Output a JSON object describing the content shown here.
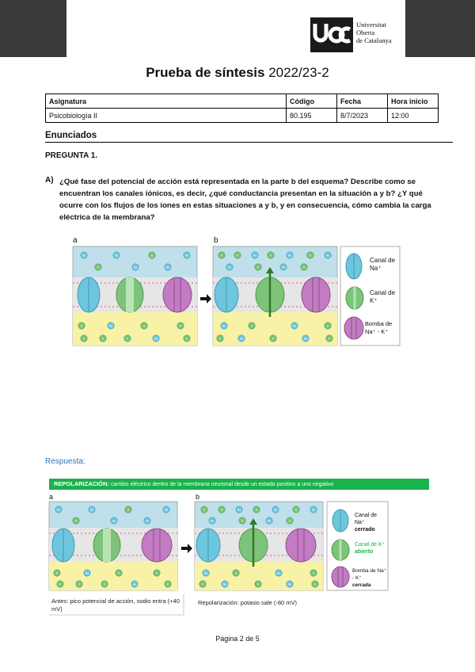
{
  "header": {
    "logo_lines": [
      "Universitat",
      "Oberta",
      "de Catalunya"
    ]
  },
  "title": {
    "main": "Prueba de síntesis",
    "year": "2022/23-2"
  },
  "info_table": {
    "headers": [
      "Asignatura",
      "Código",
      "Fecha",
      "Hora inicio"
    ],
    "values": [
      "Psicobiología II",
      "80.195",
      "8/7/2023",
      "12:00"
    ]
  },
  "section_title": "Enunciados",
  "question": {
    "heading": "PREGUNTA 1.",
    "letter": "A)",
    "text": "¿Qué fase del potencial de acción está representada en la parte b del esquema? Describe como se encuentran los canales iónicos, es decir, ¿qué conductancia presentan en la situación a y b? ¿Y qué ocurre con los flujos de los iones en estas situaciones a y b, y en consecuencia, cómo cambia la carga eléctrica de la membrana?"
  },
  "figure1": {
    "panel_a": "a",
    "panel_b": "b",
    "legend": {
      "na_channel": "Canal de Na⁺",
      "k_channel": "Canal de K⁺",
      "pump": "Bomba de Na⁺ - K⁺"
    }
  },
  "answer": {
    "label": "Respuesta:",
    "banner_bold": "REPOLARIZACIÓN:",
    "banner_text": "cambio eléctrico dentro de la membrana neuronal desde un estado positivo a uno negativo",
    "panel_a": "a",
    "panel_b": "b",
    "legend": {
      "na_title": "Canal de Na⁺",
      "na_state": "cerrado",
      "k_title": "Canal de K⁺",
      "k_state": "abierto",
      "pump_title": "Bomba de Na⁺ - K⁺",
      "pump_state": "cerrada"
    },
    "caption_a": "Antes: pico  potencial de acción, sodio entra (+40 mV)",
    "caption_b": "Repolarización: potasio sale (-80 mV)"
  },
  "footer": "Página 2 de 5",
  "colors": {
    "extracellular": "#bfe0ea",
    "intracellular": "#f7f2a6",
    "membrane": "#e6e6e6",
    "na_channel": "#6ec6de",
    "k_channel": "#7dc47a",
    "pump": "#c37cc3",
    "banner": "#19b24b",
    "answer_label": "#2e74b5"
  }
}
